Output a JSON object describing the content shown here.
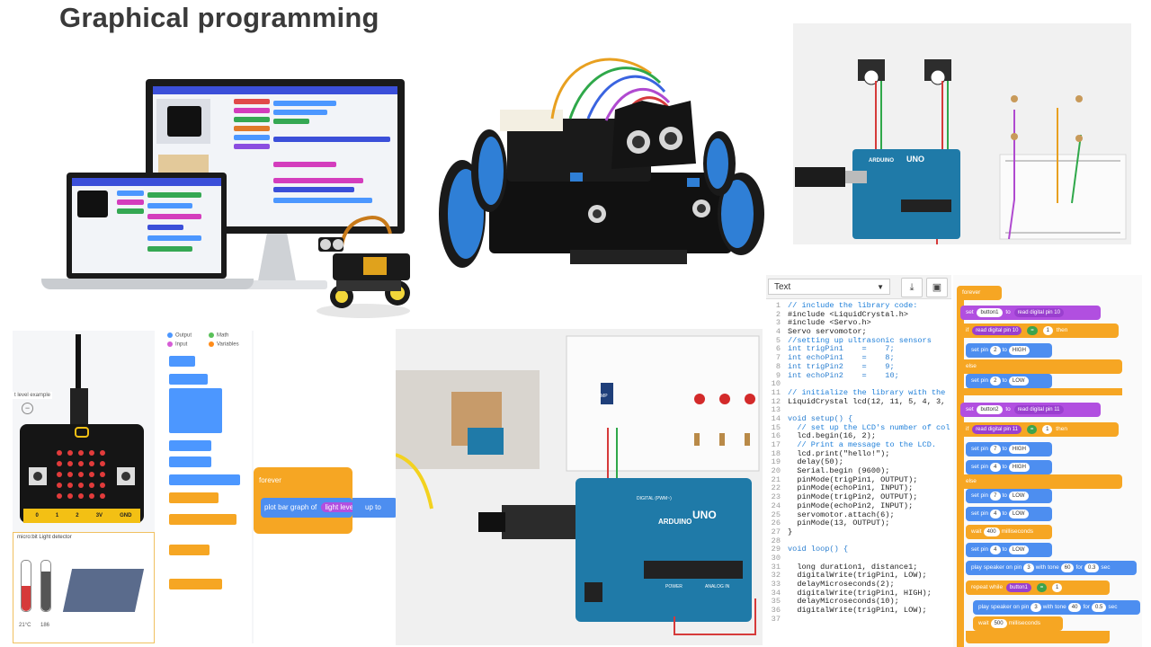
{
  "title": "Graphical programming",
  "microbit_panel": {
    "level_example": "t level example",
    "palette_categories": [
      "Output",
      "Math",
      "Input",
      "Variables"
    ],
    "workspace_forever": "forever",
    "workspace_block": "plot bar graph of",
    "workspace_variable": "light level",
    "workspace_upto": "up to",
    "light_detector_title": "micro:bit Light detector",
    "readings": [
      "21°C",
      "186"
    ],
    "pins": [
      "0",
      "1",
      "2",
      "3V",
      "GND"
    ]
  },
  "tinkercad_led": {
    "tmp_label": "TMP",
    "board_brand": "ARDUINO",
    "board_model": "UNO",
    "board_labels": [
      "DIGITAL (PWM~)",
      "POWER",
      "ANALOG IN"
    ]
  },
  "wiring_panel": {
    "board_brand": "ARDUINO",
    "board_model": "UNO"
  },
  "code_editor": {
    "mode_label": "Text",
    "download_icon": "download-icon",
    "device_icon": "device-icon",
    "lines": [
      {
        "n": "1",
        "t": "// include the library code:",
        "c": "cm"
      },
      {
        "n": "2",
        "t": "#include <LiquidCrystal.h>",
        "c": "tx"
      },
      {
        "n": "3",
        "t": "#include <Servo.h>",
        "c": "tx"
      },
      {
        "n": "4",
        "t": "Servo servomotor;",
        "c": "tx"
      },
      {
        "n": "5",
        "t": "//setting up ultrasonic sensors",
        "c": "cm"
      },
      {
        "n": "6",
        "t": "int trigPin1    =    7;",
        "c": "kw"
      },
      {
        "n": "7",
        "t": "int echoPin1    =    8;",
        "c": "kw"
      },
      {
        "n": "8",
        "t": "int trigPin2    =    9;",
        "c": "kw"
      },
      {
        "n": "9",
        "t": "int echoPin2    =    10;",
        "c": "kw"
      },
      {
        "n": "10",
        "t": "",
        "c": "tx"
      },
      {
        "n": "11",
        "t": "// initialize the library with the",
        "c": "cm"
      },
      {
        "n": "12",
        "t": "LiquidCrystal lcd(12, 11, 5, 4, 3,",
        "c": "tx"
      },
      {
        "n": "13",
        "t": "",
        "c": "tx"
      },
      {
        "n": "14",
        "t": "void setup() {",
        "c": "kw"
      },
      {
        "n": "15",
        "t": "  // set up the LCD's number of col",
        "c": "cm"
      },
      {
        "n": "16",
        "t": "  lcd.begin(16, 2);",
        "c": "tx"
      },
      {
        "n": "17",
        "t": "  // Print a message to the LCD.",
        "c": "cm"
      },
      {
        "n": "18",
        "t": "  lcd.print(\"hello!\");",
        "c": "tx"
      },
      {
        "n": "19",
        "t": "  delay(50);",
        "c": "tx"
      },
      {
        "n": "20",
        "t": "  Serial.begin (9600);",
        "c": "tx"
      },
      {
        "n": "21",
        "t": "  pinMode(trigPin1, OUTPUT);",
        "c": "tx"
      },
      {
        "n": "22",
        "t": "  pinMode(echoPin1, INPUT);",
        "c": "tx"
      },
      {
        "n": "23",
        "t": "  pinMode(trigPin2, OUTPUT);",
        "c": "tx"
      },
      {
        "n": "24",
        "t": "  pinMode(echoPin2, INPUT);",
        "c": "tx"
      },
      {
        "n": "25",
        "t": "  servomotor.attach(6);",
        "c": "tx"
      },
      {
        "n": "26",
        "t": "  pinMode(13, OUTPUT);",
        "c": "tx"
      },
      {
        "n": "27",
        "t": "}",
        "c": "tx"
      },
      {
        "n": "28",
        "t": "",
        "c": "tx"
      },
      {
        "n": "29",
        "t": "void loop() {",
        "c": "kw"
      },
      {
        "n": "30",
        "t": "",
        "c": "tx"
      },
      {
        "n": "31",
        "t": "  long duration1, distance1;",
        "c": "tx"
      },
      {
        "n": "32",
        "t": "  digitalWrite(trigPin1, LOW);",
        "c": "tx"
      },
      {
        "n": "33",
        "t": "  delayMicroseconds(2);",
        "c": "tx"
      },
      {
        "n": "34",
        "t": "  digitalWrite(trigPin1, HIGH);",
        "c": "tx"
      },
      {
        "n": "35",
        "t": "  delayMicroseconds(10);",
        "c": "tx"
      },
      {
        "n": "36",
        "t": "  digitalWrite(trigPin1, LOW);",
        "c": "tx"
      },
      {
        "n": "37",
        "t": "",
        "c": "tx"
      }
    ]
  },
  "blocks_panel": {
    "forever": "forever",
    "set": "set",
    "button1": "button1",
    "button2": "button2",
    "to": "to",
    "read_digital_pin": "read digital pin",
    "pin10": "10",
    "pin11": "11",
    "if": "if",
    "then": "then",
    "else": "else",
    "eq": "=",
    "one": "1",
    "set_pin": "set pin",
    "high": "HIGH",
    "low": "LOW",
    "pins": [
      "2",
      "7",
      "4",
      "3"
    ],
    "wait": "wait",
    "milliseconds": "milliseconds",
    "wait_400": "400",
    "wait_500": "500",
    "play_speaker": "play speaker on pin",
    "with_tone": "with tone",
    "for": "for",
    "sec": "sec",
    "tone_60": "60",
    "tone_40": "40",
    "dur_03": "0.3",
    "dur_05": "0.5",
    "repeat": "repeat",
    "while": "while"
  },
  "colors": {
    "arduino": "#1f7aa8",
    "block_orange": "#f6a623",
    "block_purple": "#b14fe0",
    "block_blue": "#4d8ef0",
    "block_green": "#58c25a",
    "car_blue": "#2f7fd6"
  }
}
